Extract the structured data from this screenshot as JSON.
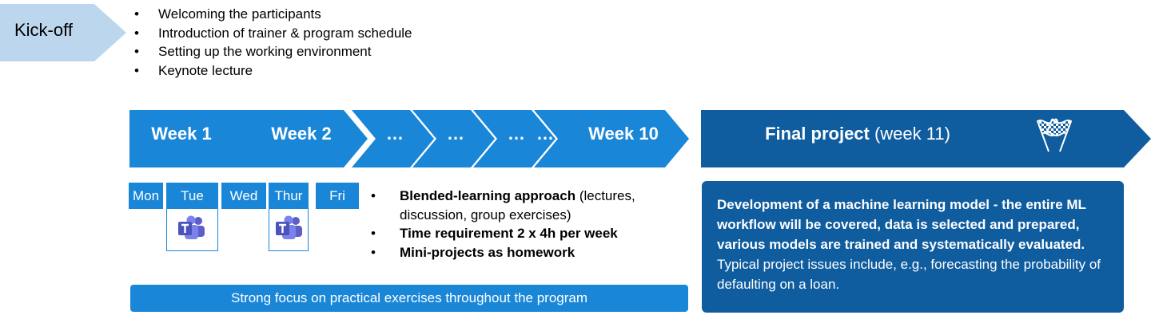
{
  "kickoff": {
    "label": "Kick-off",
    "bullets": [
      "Welcoming the participants",
      "Introduction of trainer & program schedule",
      "Setting up the working environment",
      "Keynote lecture"
    ]
  },
  "timeline": {
    "weeks": [
      "Week 1",
      "Week 2",
      "…",
      "…",
      "…",
      "…",
      "Week 10"
    ],
    "final": {
      "bold": "Final project",
      "rest": " (week 11)"
    }
  },
  "days": [
    "Mon",
    "Tue",
    "Wed",
    "Thur",
    "Fri"
  ],
  "teams_days": [
    "Tue",
    "Thur"
  ],
  "icons": {
    "teams": "microsoft-teams-icon",
    "flag": "checkered-flags-icon"
  },
  "program_bullets": [
    {
      "bold": "Blended-learning approach",
      "rest": " (lectures, discussion, group exercises)"
    },
    {
      "bold": "Time requirement 2 x 4h per week",
      "rest": ""
    },
    {
      "bold": "Mini-projects as homework",
      "rest": ""
    }
  ],
  "focus_bar": "Strong focus on practical exercises throughout the program",
  "final_description": {
    "bold": "Development of a machine learning model - the entire ML workflow will be covered, data is selected and prepared, various models are trained and systematically evaluated.",
    "rest": " Typical project issues include, e.g., forecasting the probability of defaulting on a loan."
  },
  "colors": {
    "kickoff_fill": "#bcd6ee",
    "week_fill": "#1a86d8",
    "final_fill": "#0f5c9f",
    "teams_purple": "#5b5fc7"
  }
}
